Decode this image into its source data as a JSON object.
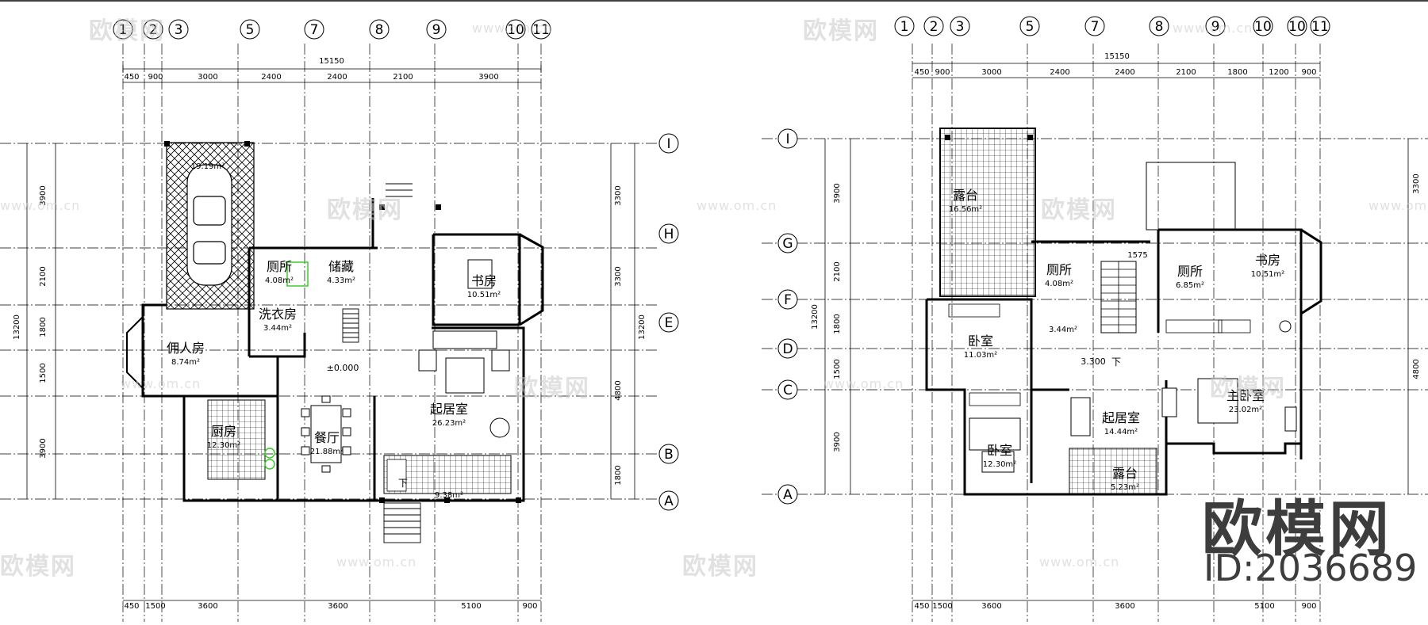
{
  "watermark": {
    "brand": "欧模网",
    "url": "www.om.cn"
  },
  "brand_label": "欧模网",
  "id_label": "ID:2036689",
  "left_plan": {
    "axes_top": [
      "1",
      "2",
      "3",
      "5",
      "7",
      "8",
      "9",
      "10",
      "11"
    ],
    "axes_right": [
      "I",
      "H",
      "E",
      "B",
      "A"
    ],
    "total_top": "15150",
    "dims_top": [
      "450",
      "900",
      "3000",
      "2400",
      "2400",
      "2100",
      "3900"
    ],
    "dims_left": [
      "3900",
      "2100",
      "1800",
      "1500",
      "3900"
    ],
    "total_left": "13200",
    "dims_right": [
      "3300",
      "3300",
      "4800",
      "1800"
    ],
    "total_right": "13200",
    "dims_bottom": [
      "450",
      "1500",
      "3600",
      "3600",
      "5100",
      "900"
    ],
    "level": "±0.000",
    "rooms": [
      {
        "name": "",
        "area": "19.19m²"
      },
      {
        "name": "厕所",
        "area": "4.08m²"
      },
      {
        "name": "储藏",
        "area": "4.33m²"
      },
      {
        "name": "洗衣房",
        "area": "3.44m²"
      },
      {
        "name": "佣人房",
        "area": "8.74m²"
      },
      {
        "name": "书房",
        "area": "10.51m²"
      },
      {
        "name": "起居室",
        "area": "26.23m²"
      },
      {
        "name": "厨房",
        "area": "12.30m²"
      },
      {
        "name": "餐厅",
        "area": "21.88m²"
      },
      {
        "name": "",
        "area": "9.38m²"
      }
    ],
    "stair_label": "下"
  },
  "right_plan": {
    "axes_top": [
      "1",
      "2",
      "3",
      "5",
      "7",
      "8",
      "9",
      "10",
      "10",
      "11"
    ],
    "axes_left": [
      "I",
      "G",
      "F",
      "D",
      "C",
      "A"
    ],
    "total_top": "15150",
    "dims_top": [
      "450",
      "900",
      "3000",
      "2400",
      "2400",
      "2100",
      "1800",
      "1200",
      "900"
    ],
    "dims_left": [
      "3900",
      "2100",
      "1800",
      "1500",
      "3900"
    ],
    "total_left": "13200",
    "dims_right": [
      "3300",
      "4800"
    ],
    "dims_bottom": [
      "450",
      "1500",
      "3600",
      "3600",
      "5100",
      "900"
    ],
    "level": "3.300",
    "stair_label": "下",
    "stair_dim": "1575",
    "rooms": [
      {
        "name": "露台",
        "area": "16.56m²"
      },
      {
        "name": "厕所",
        "area": "4.08m²"
      },
      {
        "name": "",
        "area": "3.44m²"
      },
      {
        "name": "卧室",
        "area": "11.03m²"
      },
      {
        "name": "厕所",
        "area": "6.85m²"
      },
      {
        "name": "书房",
        "area": "10.51m²"
      },
      {
        "name": "主卧室",
        "area": "23.02m²"
      },
      {
        "name": "起居室",
        "area": "14.44m²"
      },
      {
        "name": "卧室",
        "area": "12.30m²"
      },
      {
        "name": "露台",
        "area": "5.23m²"
      }
    ]
  }
}
